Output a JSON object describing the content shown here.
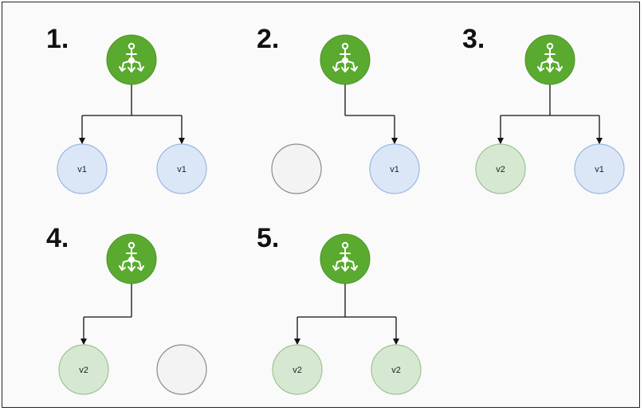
{
  "colors": {
    "lb": "#5aaa2f",
    "lb_stroke": "#4a9424",
    "v1_fill": "#dbe7f7",
    "v1_stroke": "#9ab7e0",
    "v2_fill": "#d7e8d2",
    "v2_stroke": "#9cc393",
    "empty_fill": "#f3f3f3",
    "empty_stroke": "#8a8a8a",
    "edge": "#111111"
  },
  "icons": {
    "load_balancer": "load-balancer-icon"
  },
  "steps": [
    {
      "number": "1.",
      "pods": [
        {
          "label": "v1",
          "kind": "v1",
          "connected": true
        },
        {
          "label": "v1",
          "kind": "v1",
          "connected": true
        }
      ]
    },
    {
      "number": "2.",
      "pods": [
        {
          "label": "",
          "kind": "empty",
          "connected": false
        },
        {
          "label": "v1",
          "kind": "v1",
          "connected": true
        }
      ]
    },
    {
      "number": "3.",
      "pods": [
        {
          "label": "v2",
          "kind": "v2",
          "connected": true
        },
        {
          "label": "v1",
          "kind": "v1",
          "connected": true
        }
      ]
    },
    {
      "number": "4.",
      "pods": [
        {
          "label": "v2",
          "kind": "v2",
          "connected": true
        },
        {
          "label": "",
          "kind": "empty",
          "connected": false
        }
      ]
    },
    {
      "number": "5.",
      "pods": [
        {
          "label": "v2",
          "kind": "v2",
          "connected": true
        },
        {
          "label": "v2",
          "kind": "v2",
          "connected": true
        }
      ]
    }
  ]
}
